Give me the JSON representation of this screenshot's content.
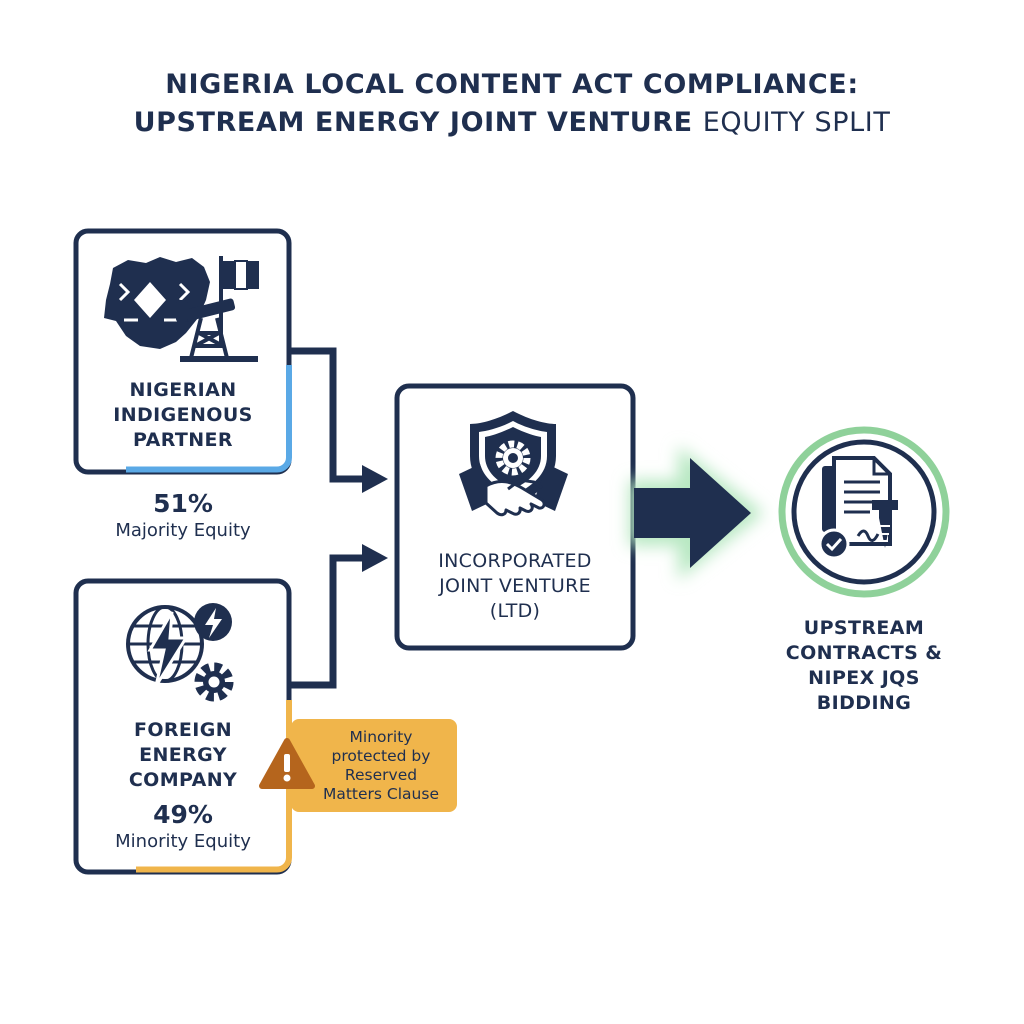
{
  "title": {
    "line1": "NIGERIA LOCAL CONTENT ACT COMPLIANCE:",
    "line2_bold": "UPSTREAM ENERGY JOINT VENTURE",
    "line2_light": "EQUITY SPLIT"
  },
  "nigerian_partner": {
    "line1": "NIGERIAN",
    "line2": "INDIGENOUS",
    "line3": "PARTNER",
    "equity_pct": "51%",
    "equity_label": "Majority Equity"
  },
  "foreign_company": {
    "line1": "FOREIGN",
    "line2": "ENERGY",
    "line3": "COMPANY",
    "equity_pct": "49%",
    "equity_label": "Minority Equity"
  },
  "joint_venture": {
    "line1": "INCORPORATED",
    "line2": "JOINT VENTURE",
    "line3": "(LTD)"
  },
  "warning_note": {
    "line1": "Minority",
    "line2": "protected by",
    "line3": "Reserved",
    "line4": "Matters Clause"
  },
  "outcome": {
    "line1": "UPSTREAM",
    "line2": "CONTRACTS &",
    "line3": "NIPEX JQS",
    "line4": "BIDDING"
  },
  "colors": {
    "navy": "#1f2f4f",
    "blue_accent": "#5aa9e6",
    "amber_accent": "#f0b54b",
    "green_accent": "#8fd19a"
  }
}
